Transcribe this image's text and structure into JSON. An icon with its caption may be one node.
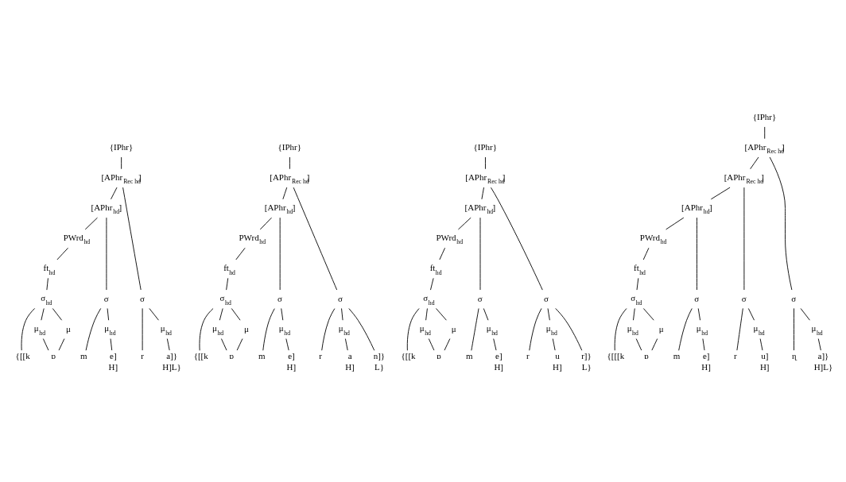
{
  "diagram": {
    "nodes": [
      {
        "text": [
          "{IPhr}"
        ]
      },
      {
        "text": [
          "[APhr$_{Rec hd}$]"
        ]
      },
      {
        "text": [
          "[APhr$_{hd}$]"
        ]
      },
      {
        "text": [
          "PWrd$_{hd}$"
        ]
      },
      {
        "text": [
          "ft$_{hd}$"
        ]
      },
      {
        "text": [
          "σ$_{hd}$"
        ]
      },
      {
        "text": [
          "σ"
        ]
      },
      {
        "text": [
          "σ"
        ]
      },
      {
        "text": [
          "μ$_{hd}$"
        ]
      },
      {
        "text": [
          "μ"
        ]
      },
      {
        "text": [
          "μ$_{hd}$"
        ]
      },
      {
        "text": [
          "μ$_{hd}$"
        ]
      },
      {
        "text": [
          "{[[k"
        ]
      },
      {
        "text": [
          "ɒ"
        ]
      },
      {
        "text": [
          "m"
        ]
      },
      {
        "text": [
          "e]"
        ],
        "beside": [
          "H]"
        ]
      },
      {
        "text": [
          "r"
        ]
      },
      {
        "text": [
          "a]}"
        ],
        "beside": [
          "H]L}"
        ]
      },
      {
        "text": [
          "{IPhr}"
        ]
      },
      {
        "text": [
          "[APhr$_{Rec hd}$]"
        ]
      },
      {
        "text": [
          "[APhr$_{hd}$]"
        ]
      },
      {
        "text": [
          "PWrd$_{hd}$"
        ]
      },
      {
        "text": [
          "ft$_{hd}$"
        ]
      },
      {
        "text": [
          "σ$_{hd}$"
        ]
      },
      {
        "text": [
          "σ"
        ]
      },
      {
        "text": [
          "σ"
        ]
      },
      {
        "text": [
          "μ$_{hd}$"
        ]
      },
      {
        "text": [
          "μ"
        ]
      },
      {
        "text": [
          "μ$_{hd}$"
        ]
      },
      {
        "text": [
          "μ$_{hd}$"
        ]
      },
      {
        "text": [
          "{[[k"
        ]
      },
      {
        "text": [
          "ɒ"
        ]
      },
      {
        "text": [
          "m"
        ]
      },
      {
        "text": [
          "e]"
        ],
        "beside": [
          "H]"
        ]
      },
      {
        "text": [
          "r"
        ]
      },
      {
        "text": [
          "a"
        ],
        "beside": [
          "H]"
        ]
      },
      {
        "text": [
          "n]}"
        ],
        "beside": [
          "L}"
        ]
      },
      {
        "text": [
          "{IPhr}"
        ]
      },
      {
        "text": [
          "[APhr$_{Rec hd}$]"
        ]
      },
      {
        "text": [
          "[APhr$_{hd}$]"
        ]
      },
      {
        "text": [
          "PWrd$_{hd}$"
        ]
      },
      {
        "text": [
          "ft$_{hd}$"
        ]
      },
      {
        "text": [
          "σ$_{hd}$"
        ]
      },
      {
        "text": [
          "σ"
        ]
      },
      {
        "text": [
          "σ"
        ]
      },
      {
        "text": [
          "μ$_{hd}$"
        ]
      },
      {
        "text": [
          "μ"
        ]
      },
      {
        "text": [
          "μ$_{hd}$"
        ]
      },
      {
        "text": [
          "μ$_{hd}$"
        ]
      },
      {
        "text": [
          "{[[k"
        ]
      },
      {
        "text": [
          "ɒ"
        ]
      },
      {
        "text": [
          "m"
        ]
      },
      {
        "text": [
          "e]"
        ],
        "beside": [
          "H]"
        ]
      },
      {
        "text": [
          "r"
        ]
      },
      {
        "text": [
          "u"
        ],
        "beside": [
          "H]"
        ]
      },
      {
        "text": [
          "r]}"
        ],
        "beside": [
          "L}"
        ]
      },
      {
        "text": [
          "{IPhr}"
        ]
      },
      {
        "text": [
          "[APhr$_{Rec hd}$]"
        ]
      },
      {
        "text": [
          "[APhr$_{Rec hd}$]"
        ]
      },
      {
        "text": [
          "[APhr$_{hd}$]"
        ]
      },
      {
        "text": [
          "PWrd$_{hd}$"
        ]
      },
      {
        "text": [
          "ft$_{hd}$"
        ]
      },
      {
        "text": [
          "σ$_{hd}$"
        ]
      },
      {
        "text": [
          "σ"
        ]
      },
      {
        "text": [
          "σ"
        ]
      },
      {
        "text": [
          "σ"
        ]
      },
      {
        "text": [
          "μ$_{hd}$"
        ]
      },
      {
        "text": [
          "μ"
        ]
      },
      {
        "text": [
          "μ$_{hd}$"
        ]
      },
      {
        "text": [
          "μ$_{hd}$"
        ]
      },
      {
        "text": [
          "μ$_{hd}$"
        ]
      },
      {
        "text": [
          "{[[[k"
        ]
      },
      {
        "text": [
          "ɒ"
        ]
      },
      {
        "text": [
          "m"
        ]
      },
      {
        "text": [
          "e]"
        ],
        "beside": [
          "H]"
        ]
      },
      {
        "text": [
          "r"
        ]
      },
      {
        "text": [
          "u]"
        ],
        "beside": [
          "H]"
        ]
      },
      {
        "text": [
          "ɳ"
        ]
      },
      {
        "text": [
          "a]}"
        ],
        "beside": [
          "H]L}"
        ]
      }
    ],
    "edges": [
      {
        "from": 0,
        "to": 1,
        "arrow": "none"
      },
      {
        "from": 1,
        "to": 2,
        "arrow": "none"
      },
      {
        "from": 1,
        "to": 7,
        "arrow": "none"
      },
      {
        "from": 2,
        "to": 3,
        "arrow": "none"
      },
      {
        "from": 2,
        "to": 6,
        "arrow": "none"
      },
      {
        "from": 3,
        "to": 4,
        "arrow": "none"
      },
      {
        "from": 4,
        "to": 5,
        "arrow": "none"
      },
      {
        "from": 5,
        "to": 12,
        "arrow": "none"
      },
      {
        "from": 5,
        "to": 8,
        "arrow": "none"
      },
      {
        "from": 5,
        "to": 9,
        "arrow": "none"
      },
      {
        "from": 8,
        "to": 13,
        "arrow": "none"
      },
      {
        "from": 9,
        "to": 13,
        "arrow": "none"
      },
      {
        "from": 6,
        "to": 14,
        "arrow": "none"
      },
      {
        "from": 6,
        "to": 10,
        "arrow": "none"
      },
      {
        "from": 10,
        "to": 15,
        "arrow": "none"
      },
      {
        "from": 7,
        "to": 16,
        "arrow": "none"
      },
      {
        "from": 7,
        "to": 11,
        "arrow": "none"
      },
      {
        "from": 11,
        "to": 17,
        "arrow": "none"
      },
      {
        "from": 18,
        "to": 19,
        "arrow": "none"
      },
      {
        "from": 19,
        "to": 20,
        "arrow": "none"
      },
      {
        "from": 19,
        "to": 25,
        "arrow": "none"
      },
      {
        "from": 20,
        "to": 21,
        "arrow": "none"
      },
      {
        "from": 20,
        "to": 24,
        "arrow": "none"
      },
      {
        "from": 21,
        "to": 22,
        "arrow": "none"
      },
      {
        "from": 22,
        "to": 23,
        "arrow": "none"
      },
      {
        "from": 23,
        "to": 30,
        "arrow": "none"
      },
      {
        "from": 23,
        "to": 26,
        "arrow": "none"
      },
      {
        "from": 23,
        "to": 27,
        "arrow": "none"
      },
      {
        "from": 26,
        "to": 31,
        "arrow": "none"
      },
      {
        "from": 27,
        "to": 31,
        "arrow": "none"
      },
      {
        "from": 24,
        "to": 32,
        "arrow": "none"
      },
      {
        "from": 24,
        "to": 28,
        "arrow": "none"
      },
      {
        "from": 28,
        "to": 33,
        "arrow": "none"
      },
      {
        "from": 25,
        "to": 34,
        "arrow": "none"
      },
      {
        "from": 25,
        "to": 29,
        "arrow": "none"
      },
      {
        "from": 29,
        "to": 35,
        "arrow": "none"
      },
      {
        "from": 25,
        "to": 36,
        "arrow": "none"
      },
      {
        "from": 37,
        "to": 38,
        "arrow": "none"
      },
      {
        "from": 38,
        "to": 39,
        "arrow": "none"
      },
      {
        "from": 38,
        "to": 44,
        "arrow": "none"
      },
      {
        "from": 39,
        "to": 40,
        "arrow": "none"
      },
      {
        "from": 39,
        "to": 43,
        "arrow": "none"
      },
      {
        "from": 40,
        "to": 41,
        "arrow": "none"
      },
      {
        "from": 41,
        "to": 42,
        "arrow": "none"
      },
      {
        "from": 42,
        "to": 49,
        "arrow": "none"
      },
      {
        "from": 42,
        "to": 45,
        "arrow": "none"
      },
      {
        "from": 42,
        "to": 46,
        "arrow": "none"
      },
      {
        "from": 45,
        "to": 50,
        "arrow": "none"
      },
      {
        "from": 46,
        "to": 50,
        "arrow": "none"
      },
      {
        "from": 43,
        "to": 51,
        "arrow": "none"
      },
      {
        "from": 43,
        "to": 47,
        "arrow": "none"
      },
      {
        "from": 47,
        "to": 52,
        "arrow": "none"
      },
      {
        "from": 44,
        "to": 53,
        "arrow": "none"
      },
      {
        "from": 44,
        "to": 48,
        "arrow": "none"
      },
      {
        "from": 48,
        "to": 54,
        "arrow": "none"
      },
      {
        "from": 44,
        "to": 55,
        "arrow": "none"
      },
      {
        "from": 56,
        "to": 57,
        "arrow": "none"
      },
      {
        "from": 57,
        "to": 58,
        "arrow": "none"
      },
      {
        "from": 57,
        "to": 65,
        "arrow": "none"
      },
      {
        "from": 58,
        "to": 59,
        "arrow": "none"
      },
      {
        "from": 58,
        "to": 64,
        "arrow": "none"
      },
      {
        "from": 59,
        "to": 60,
        "arrow": "none"
      },
      {
        "from": 59,
        "to": 63,
        "arrow": "none"
      },
      {
        "from": 60,
        "to": 61,
        "arrow": "none"
      },
      {
        "from": 61,
        "to": 62,
        "arrow": "none"
      },
      {
        "from": 62,
        "to": 71,
        "arrow": "none"
      },
      {
        "from": 62,
        "to": 66,
        "arrow": "none"
      },
      {
        "from": 62,
        "to": 67,
        "arrow": "none"
      },
      {
        "from": 66,
        "to": 72,
        "arrow": "none"
      },
      {
        "from": 67,
        "to": 72,
        "arrow": "none"
      },
      {
        "from": 63,
        "to": 73,
        "arrow": "none"
      },
      {
        "from": 63,
        "to": 68,
        "arrow": "none"
      },
      {
        "from": 68,
        "to": 74,
        "arrow": "none"
      },
      {
        "from": 64,
        "to": 75,
        "arrow": "none"
      },
      {
        "from": 64,
        "to": 69,
        "arrow": "none"
      },
      {
        "from": 69,
        "to": 76,
        "arrow": "none"
      },
      {
        "from": 65,
        "to": 77,
        "arrow": "none"
      },
      {
        "from": 65,
        "to": 70,
        "arrow": "none"
      },
      {
        "from": 70,
        "to": 78,
        "arrow": "none"
      }
    ]
  }
}
